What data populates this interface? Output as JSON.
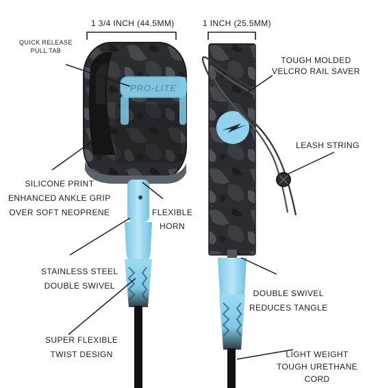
{
  "labels": {
    "ankle_width": [
      "1 3/4 INCH (44.5MM)"
    ],
    "rail_width": [
      "1 INCH (25.5MM)"
    ],
    "quick_release": [
      "QUICK RELEASE",
      "PULL TAB"
    ],
    "rail_saver": [
      "TOUGH MOLDED",
      "VELCRO RAIL SAVER"
    ],
    "leash_string": [
      "LEASH STRING"
    ],
    "silicone_print": [
      "SILICONE PRINT",
      "ENHANCED ANKLE GRIP",
      "OVER SOFT NEOPRENE"
    ],
    "flexible_horn": [
      "FLEXIBLE",
      "HORN"
    ],
    "stainless_swivel": [
      "STAINLESS STEEL",
      "DOUBLE SWIVEL"
    ],
    "double_swivel": [
      "DOUBLE SWIVEL",
      "REDUCES TANGLE"
    ],
    "twist_design": [
      "SUPER FLEXIBLE",
      "TWIST DESIGN"
    ],
    "urethane_cord": [
      "LIGHT WEIGHT",
      "TOUGH URETHANE",
      "CORD"
    ]
  },
  "strap_print": "PRO-LITE",
  "colors": {
    "background": "#ffffff",
    "text": "#1b1b1b",
    "neoprene": "#2a2a2a",
    "camo_light": "#4a4d52",
    "accent_blue": "#8fd3ef",
    "cord": "#111111"
  }
}
